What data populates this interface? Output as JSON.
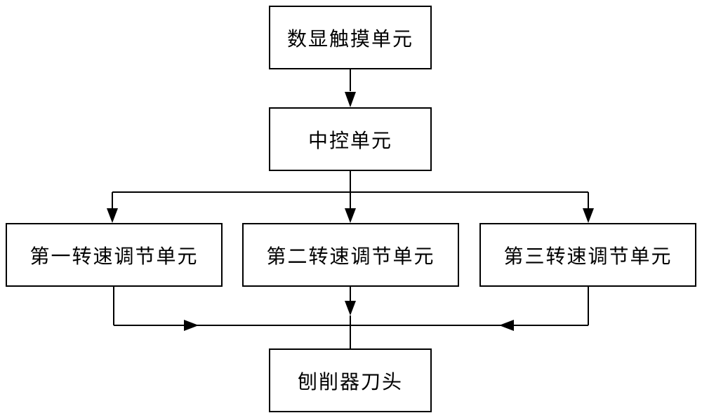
{
  "diagram": {
    "nodes": {
      "display_touch_unit": "数显触摸单元",
      "central_control_unit": "中控单元",
      "speed_unit_1": "第一转速调节单元",
      "speed_unit_2": "第二转速调节单元",
      "speed_unit_3": "第三转速调节单元",
      "cutter_head": "刨削器刀头"
    },
    "edges": [
      [
        "display_touch_unit",
        "central_control_unit"
      ],
      [
        "central_control_unit",
        "speed_unit_1"
      ],
      [
        "central_control_unit",
        "speed_unit_2"
      ],
      [
        "central_control_unit",
        "speed_unit_3"
      ],
      [
        "speed_unit_1",
        "cutter_head"
      ],
      [
        "speed_unit_2",
        "cutter_head"
      ],
      [
        "speed_unit_3",
        "cutter_head"
      ]
    ],
    "colors": {
      "line": "#000000",
      "background": "#ffffff"
    }
  }
}
